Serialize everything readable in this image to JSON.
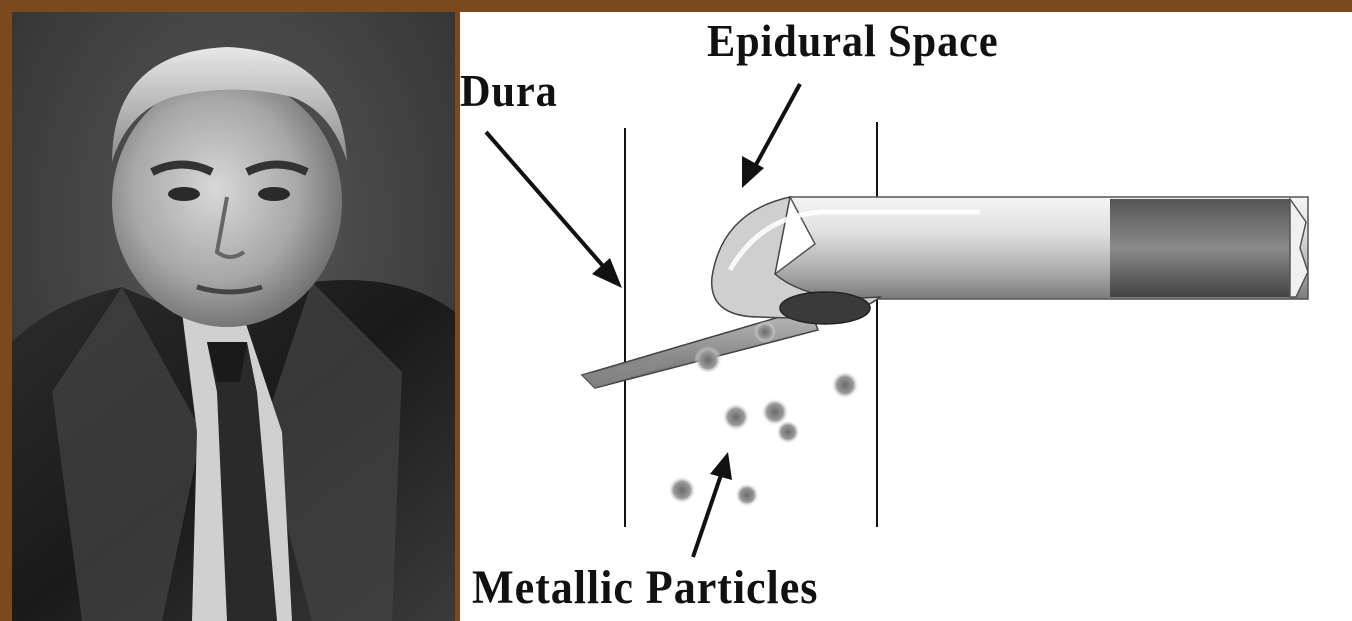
{
  "diagram": {
    "labels": {
      "epidural_space": "Epidural Space",
      "dura": "Dura",
      "metallic_particles": "Metallic Particles"
    }
  },
  "colors": {
    "frame": "#7a4a1e",
    "photo_bg": "#3a3a3a",
    "needle_light": "#e2e2e2",
    "needle_dark": "#7a7a7a",
    "ink": "#111111"
  },
  "icons": {
    "photo": "portrait-photo",
    "needle": "epidural-needle-icon",
    "catheter": "catheter-icon",
    "particles": "metallic-particles-icon"
  }
}
